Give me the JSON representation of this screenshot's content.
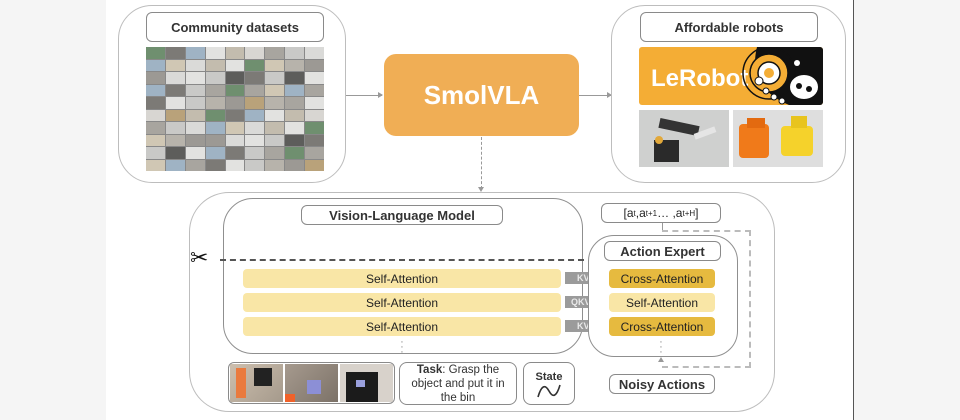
{
  "top": {
    "community_datasets": {
      "title": "Community datasets",
      "image": "robot-dataset-mosaic"
    },
    "center": {
      "title": "SmolVLA",
      "color": "#f0ae55"
    },
    "affordable_robots": {
      "title": "Affordable robots",
      "logo_text": "LeRobot",
      "logo_color": "#f4ad35",
      "photos": [
        "so100-black-robot-arm",
        "orange-and-yellow-robot-arms"
      ]
    }
  },
  "bottom": {
    "vlm": {
      "title": "Vision-Language Model",
      "layers": [
        "Self-Attention",
        "Self-Attention",
        "Self-Attention"
      ],
      "cut_icon": "scissors-icon"
    },
    "connectors": [
      "KV",
      "QKV",
      "KV"
    ],
    "action_expert": {
      "title": "Action Expert",
      "layers": [
        "Cross-Attention",
        "Self-Attention",
        "Cross-Attention"
      ]
    },
    "output": {
      "prefix": "[a",
      "sub1": "t",
      "mid1": " ,a",
      "sub2": "t+1",
      "mid2": " … ,a",
      "sub3": "t+H",
      "suffix": "]"
    },
    "inputs": {
      "images": [
        "wrist-camera-view-1",
        "wrist-camera-view-2",
        "top-camera-view"
      ],
      "task_label": "Task",
      "task_text": ": Grasp the object and put it in the bin",
      "state_label": "State",
      "noisy_actions": "Noisy Actions"
    }
  },
  "colors": {
    "self_attention": "#f9e6a6",
    "cross_attention": "#e6ba3f",
    "connector": "#9b9b9b"
  }
}
